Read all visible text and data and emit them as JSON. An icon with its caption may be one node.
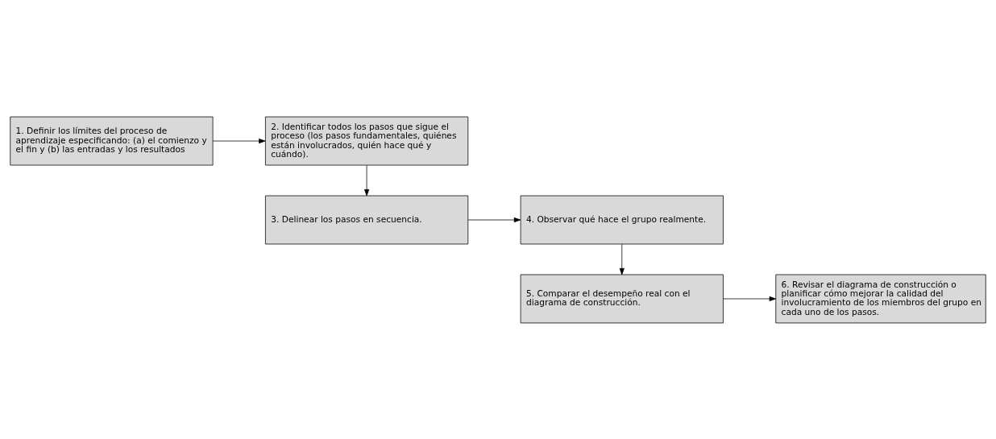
{
  "diagram": {
    "nodes": [
      {
        "text": [
          "1. Definir los límites del proceso de aprendizaje especificando: (a) el comienzo y el fin y (b) las entradas y los resultados"
        ]
      },
      {
        "text": [
          "2. Identificar todos los pasos que sigue el proceso (los pasos fundamentales, quiénes están involucrados, quién hace qué y cuándo)."
        ]
      },
      {
        "text": [
          "3. Delinear los pasos en secuencia."
        ]
      },
      {
        "text": [
          "4. Observar qué hace el grupo realmente."
        ]
      },
      {
        "text": [
          "5. Comparar el desempeño real con el diagrama de construcción."
        ]
      },
      {
        "text": [
          "6. Revisar el diagrama de construcción o planificar cómo mejorar la calidad del involucramiento de los miembros del grupo en cada uno de los pasos."
        ]
      }
    ],
    "edges": [
      {
        "from": 0,
        "to": 1,
        "arrow": "to"
      },
      {
        "from": 1,
        "to": 2,
        "arrow": "to"
      },
      {
        "from": 2,
        "to": 3,
        "arrow": "to"
      },
      {
        "from": 3,
        "to": 4,
        "arrow": "to"
      },
      {
        "from": 4,
        "to": 5,
        "arrow": "to"
      }
    ]
  }
}
